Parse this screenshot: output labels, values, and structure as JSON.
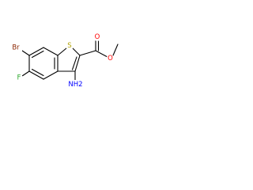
{
  "colors": {
    "bond": "#000000",
    "background": "#ffffff"
  },
  "atoms": {
    "S": {
      "text": "S",
      "color": "#b0a000"
    },
    "O_carbonyl": {
      "text": "O",
      "color": "#ff0000"
    },
    "O_ester": {
      "text": "O",
      "color": "#ff0000"
    },
    "NH2": {
      "text": "NH2",
      "color": "#0000ff"
    },
    "Br": {
      "text": "Br",
      "color": "#8b2500"
    },
    "F": {
      "text": "F",
      "color": "#33aa33"
    }
  }
}
